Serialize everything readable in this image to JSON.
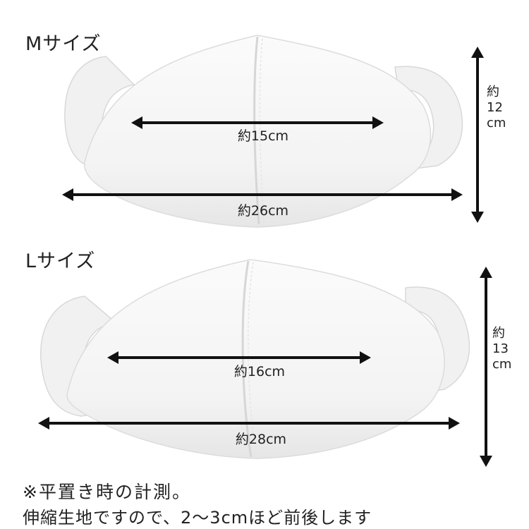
{
  "medium": {
    "size_label": "Mサイズ",
    "inner_width": "約15cm",
    "outer_width": "約26cm",
    "height_line1": "約",
    "height_line2": "12",
    "height_line3": "cm"
  },
  "large": {
    "size_label": "Lサイズ",
    "inner_width": "約16cm",
    "outer_width": "約28cm",
    "height_line1": "約",
    "height_line2": "13",
    "height_line3": "cm"
  },
  "notes": {
    "line1": "※平置き時の計測。",
    "line2": "伸縮生地ですので、2〜3cmほど前後します"
  },
  "colors": {
    "background": "#ffffff",
    "mask": "#f6f6f6",
    "arrow": "#111111"
  }
}
